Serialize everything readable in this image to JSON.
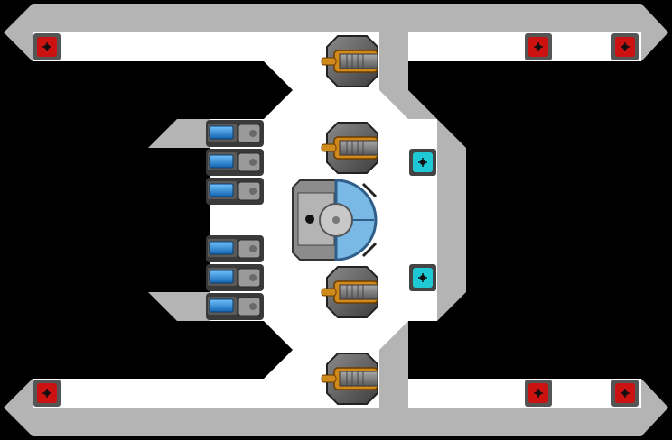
{
  "title": "",
  "palette": {
    "background": "#000000",
    "hull": "#b4b4b4",
    "floor": "#ffffff",
    "red_light": "#cc1111",
    "cyan_light": "#1ec8d4",
    "turret_brass": "#d08a1c",
    "battery_blue": "#2a8fd8",
    "core_glass": "#7ab8e6"
  },
  "scene": {
    "room_name": "weapons-deck",
    "objects": {
      "red_lights": [
        "light-nw",
        "light-ne-1",
        "light-ne-2",
        "light-sw",
        "light-se-1",
        "light-se-2"
      ],
      "cyan_lights": [
        "signal-upper",
        "signal-lower"
      ],
      "turrets": [
        "turret-1",
        "turret-2",
        "turret-3",
        "turret-4"
      ],
      "batteries": [
        "battery-1",
        "battery-2",
        "battery-3",
        "battery-4",
        "battery-5",
        "battery-6"
      ],
      "core": "reactor-core"
    }
  }
}
